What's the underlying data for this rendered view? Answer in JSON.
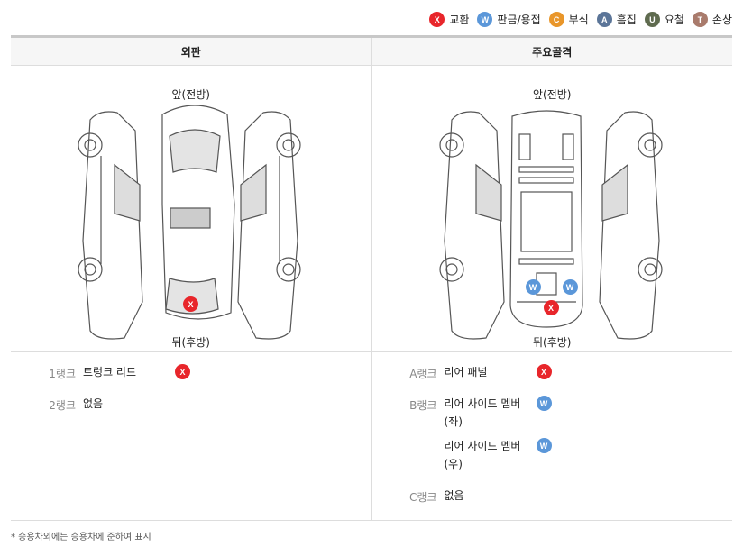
{
  "legend": [
    {
      "code": "X",
      "label": "교환",
      "color": "#e8262b"
    },
    {
      "code": "W",
      "label": "판금/용접",
      "color": "#5b97d9"
    },
    {
      "code": "C",
      "label": "부식",
      "color": "#e9962a"
    },
    {
      "code": "A",
      "label": "흠집",
      "color": "#5b7598"
    },
    {
      "code": "U",
      "label": "요철",
      "color": "#5f6b4f"
    },
    {
      "code": "T",
      "label": "손상",
      "color": "#a97b6c"
    }
  ],
  "exterior": {
    "title": "외판",
    "front_label": "앞(전방)",
    "rear_label": "뒤(후방)",
    "markers": [
      {
        "code": "X",
        "part": "트렁크 리드"
      }
    ],
    "ranks": [
      {
        "rank": "1랭크",
        "part": "트렁크 리드",
        "code": "X"
      },
      {
        "rank": "2랭크",
        "part": "없음"
      }
    ]
  },
  "frame": {
    "title": "주요골격",
    "front_label": "앞(전방)",
    "rear_label": "뒤(후방)",
    "markers": [
      {
        "code": "W",
        "part": "리어 사이드 멤버 (좌)"
      },
      {
        "code": "W",
        "part": "리어 사이드 멤버 (우)"
      },
      {
        "code": "X",
        "part": "리어 패널"
      }
    ],
    "ranks": [
      {
        "rank": "A랭크",
        "part": "리어 패널",
        "code": "X"
      },
      {
        "rank": "B랭크",
        "part": "리어 사이드 멤버 (좌)",
        "code": "W"
      },
      {
        "rank": "",
        "part": "리어 사이드 멤버 (우)",
        "code": "W"
      },
      {
        "rank": "C랭크",
        "part": "없음"
      }
    ]
  },
  "footnote": "* 승용차외에는 승용차에 준하여 표시"
}
